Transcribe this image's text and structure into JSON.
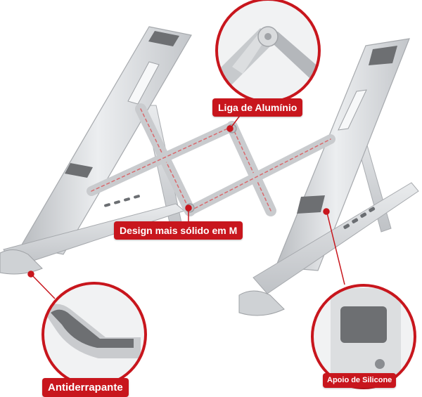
{
  "callouts": {
    "top": "Liga de Alumínio",
    "middle": "Design mais sólido em M",
    "bottom_left": "Antiderrapante",
    "bottom_right": "Apoio de Silicone"
  },
  "colors": {
    "accent": "#c8161d",
    "metal": "#d7d9dc",
    "silicone_pad": "#6d6f72",
    "background": "#ffffff"
  }
}
